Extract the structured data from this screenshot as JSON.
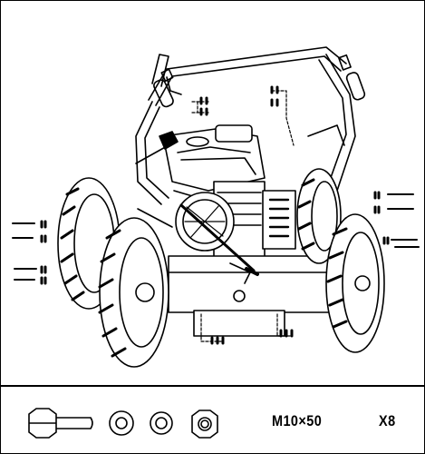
{
  "parts_list": {
    "items": [
      {
        "name": "bolt",
        "icon": "hex-bolt-icon"
      },
      {
        "name": "flat-washer",
        "icon": "flat-washer-icon"
      },
      {
        "name": "spring-washer",
        "icon": "spring-washer-icon"
      },
      {
        "name": "nut",
        "icon": "hex-nut-icon"
      }
    ],
    "size_label": "M10×50",
    "quantity_label": "X8"
  },
  "colors": {
    "line": "#000000",
    "background": "#ffffff"
  }
}
